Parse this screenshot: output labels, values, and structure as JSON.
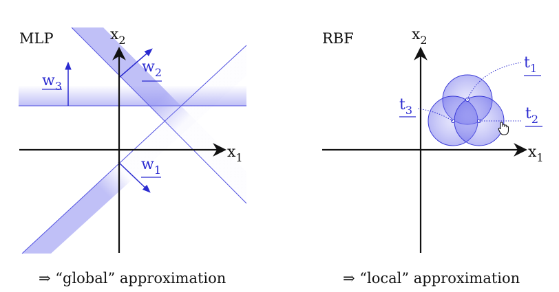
{
  "mlp": {
    "title": "MLP",
    "axis_x": "x",
    "axis_x_sub": "1",
    "axis_y": "x",
    "axis_y_sub": "2",
    "w1": "w",
    "w1_sub": "1",
    "w2": "w",
    "w2_sub": "2",
    "w3": "w",
    "w3_sub": "3",
    "caption": "⇒ “global” approximation"
  },
  "rbf": {
    "title": "RBF",
    "axis_x": "x",
    "axis_x_sub": "1",
    "axis_y": "x",
    "axis_y_sub": "2",
    "t1": "t",
    "t1_sub": "1",
    "t2": "t",
    "t2_sub": "2",
    "t3": "t",
    "t3_sub": "3",
    "caption": "⇒ “local” approximation"
  },
  "colors": {
    "accent": "#2a2ad0",
    "band": "#8c8cf0",
    "axis": "#111111"
  }
}
